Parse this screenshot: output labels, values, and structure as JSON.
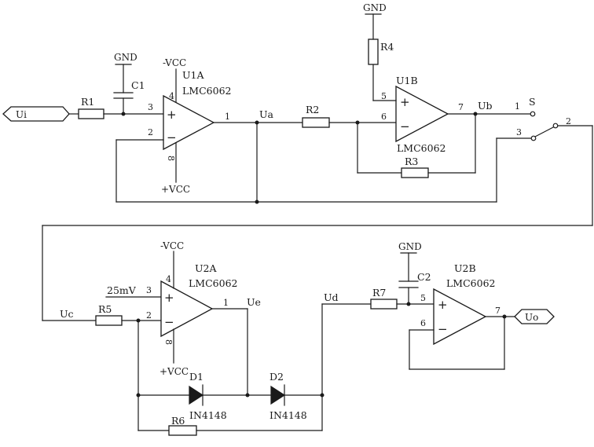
{
  "labels": {
    "gnd": "GND",
    "neg_vcc": "-VCC",
    "pos_vcc": "+VCC",
    "plus": "+",
    "minus": "−",
    "u1a": "U1A",
    "u1b": "U1B",
    "u2a": "U2A",
    "u2b": "U2B",
    "opamp_part": "LMC6062",
    "r1": "R1",
    "r2": "R2",
    "r3": "R3",
    "r4": "R4",
    "r5": "R5",
    "r6": "R6",
    "r7": "R7",
    "c1": "C1",
    "c2": "C2",
    "d1": "D1",
    "d2": "D2",
    "diode_part": "IN4148",
    "ui": "Ui",
    "ua": "Ua",
    "ub": "Ub",
    "uc": "Uc",
    "ud": "Ud",
    "ue": "Ue",
    "uo": "Uo",
    "switch_name": "S",
    "ref_voltage": "25mV"
  },
  "pins": {
    "u1a_in_plus": "3",
    "u1a_in_minus": "2",
    "u1a_out": "1",
    "u1a_pwr_top": "4",
    "u1a_pwr_bot": "8",
    "u1b_in_plus": "5",
    "u1b_in_minus": "6",
    "u1b_out": "7",
    "u2a_in_plus": "3",
    "u2a_in_minus": "2",
    "u2a_out": "1",
    "u2a_pwr_top": "4",
    "u2a_pwr_bot": "8",
    "u2b_in_plus": "5",
    "u2b_in_minus": "6",
    "u2b_out": "7",
    "sw_1": "1",
    "sw_2": "2",
    "sw_3": "3"
  }
}
